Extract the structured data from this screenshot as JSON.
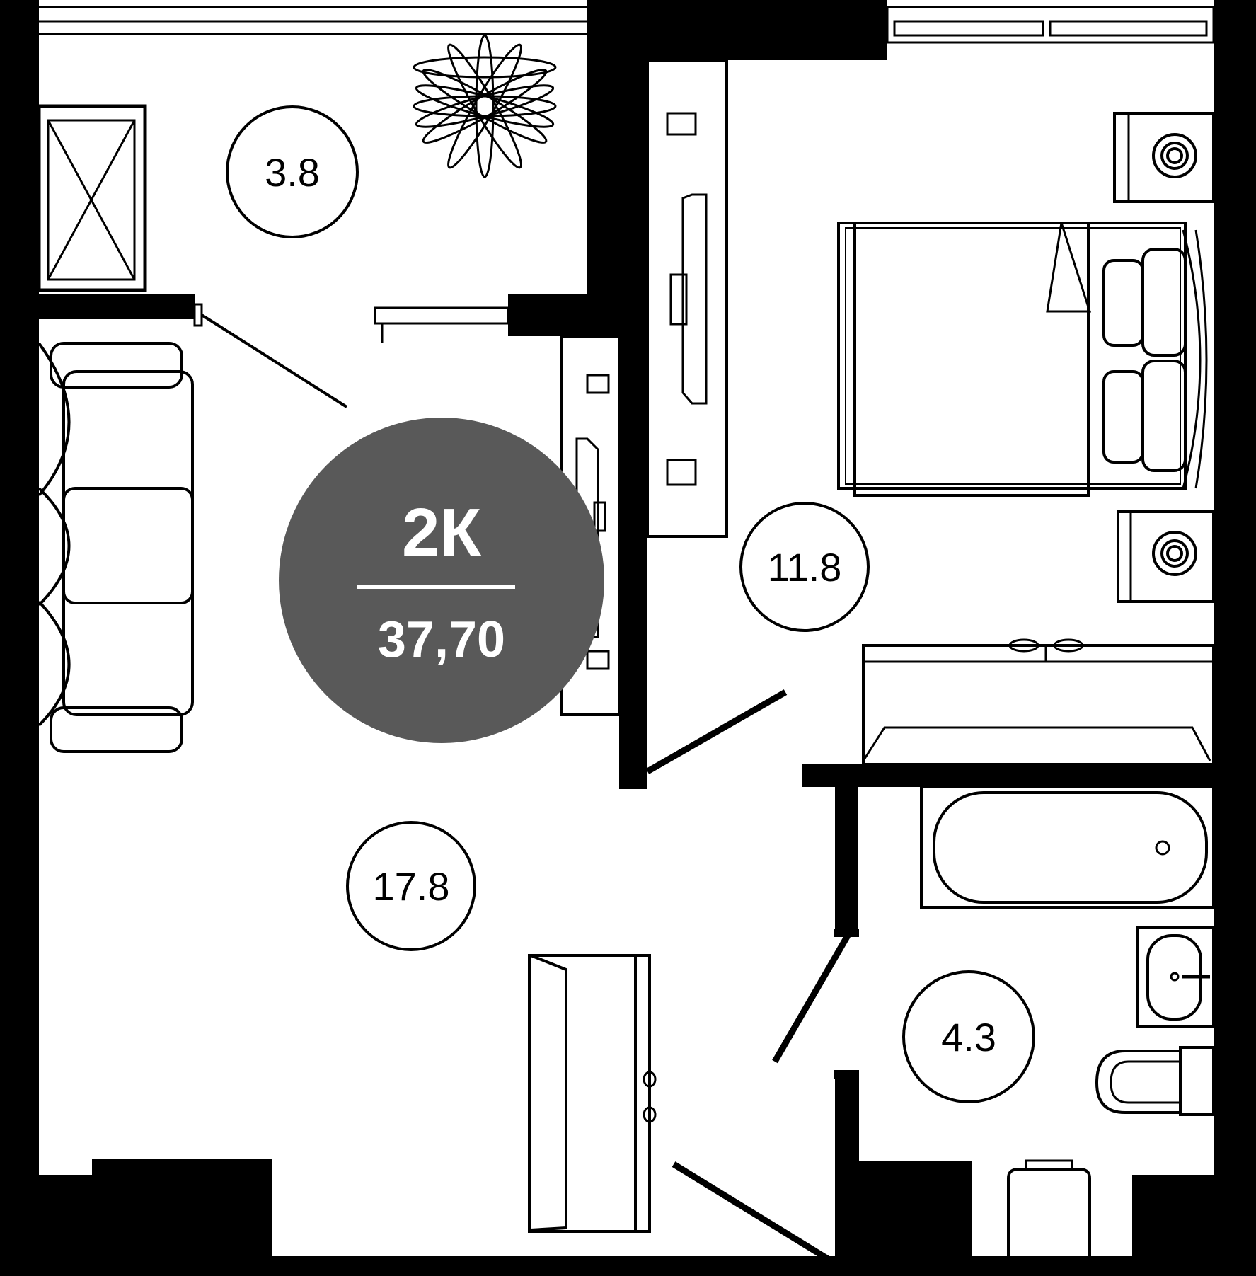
{
  "apartment": {
    "type": "2К",
    "area": "37,70"
  },
  "rooms": [
    {
      "id": "balcony",
      "area": "3.8"
    },
    {
      "id": "bedroom",
      "area": "11.8"
    },
    {
      "id": "living-room",
      "area": "17.8"
    },
    {
      "id": "bathroom",
      "area": "4.3"
    }
  ],
  "colors": {
    "wall": "#000000",
    "badge": "#595959",
    "badge_text": "#ffffff",
    "background": "#ffffff"
  }
}
